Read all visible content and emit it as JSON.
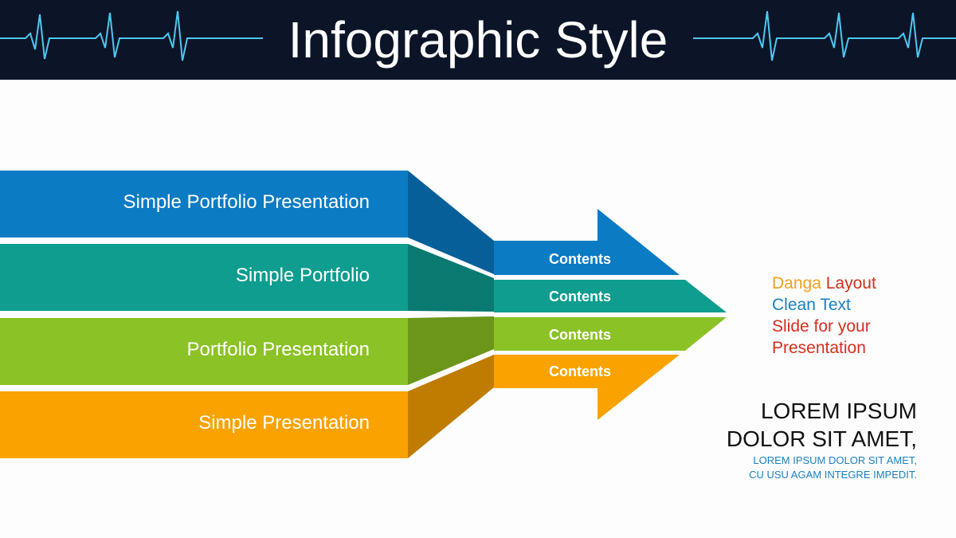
{
  "header": {
    "title": "Infographic Style",
    "background_color": "#0c1428",
    "pulse_color": "#4ec8f0"
  },
  "bars": [
    {
      "label": "Simple Portfolio Presentation",
      "color": "#0b7bc4",
      "shade_color": "#075f99"
    },
    {
      "label": "Simple Portfolio",
      "color": "#0e9d8f",
      "shade_color": "#0a7a70"
    },
    {
      "label": "Portfolio Presentation",
      "color": "#8bc225",
      "shade_color": "#6b961a"
    },
    {
      "label": "Simple Presentation",
      "color": "#f9a200",
      "shade_color": "#c07c00"
    }
  ],
  "arrow": {
    "segments": [
      {
        "label": "Contents",
        "color": "#0b7bc4"
      },
      {
        "label": "Contents",
        "color": "#0e9d8f"
      },
      {
        "label": "Contents",
        "color": "#8bc225"
      },
      {
        "label": "Contents",
        "color": "#f9a200"
      }
    ]
  },
  "side_text": {
    "lines": [
      [
        {
          "text": "Danga",
          "color": "#f0a21e"
        },
        {
          "text": " Layout",
          "color": "#d32f1e"
        }
      ],
      [
        {
          "text": "Clean Text",
          "color": "#1a7fc0"
        }
      ],
      [
        {
          "text": "Slide for your",
          "color": "#d32f1e"
        }
      ],
      [
        {
          "text": "Presentation",
          "color": "#d32f1e"
        }
      ]
    ]
  },
  "lorem": {
    "big_line1": "LOREM IPSUM",
    "big_line2": "DOLOR SIT AMET,",
    "small_line1": "LOREM IPSUM DOLOR SIT AMET,",
    "small_line2": "CU USU AGAM INTEGRE IMPEDIT."
  }
}
